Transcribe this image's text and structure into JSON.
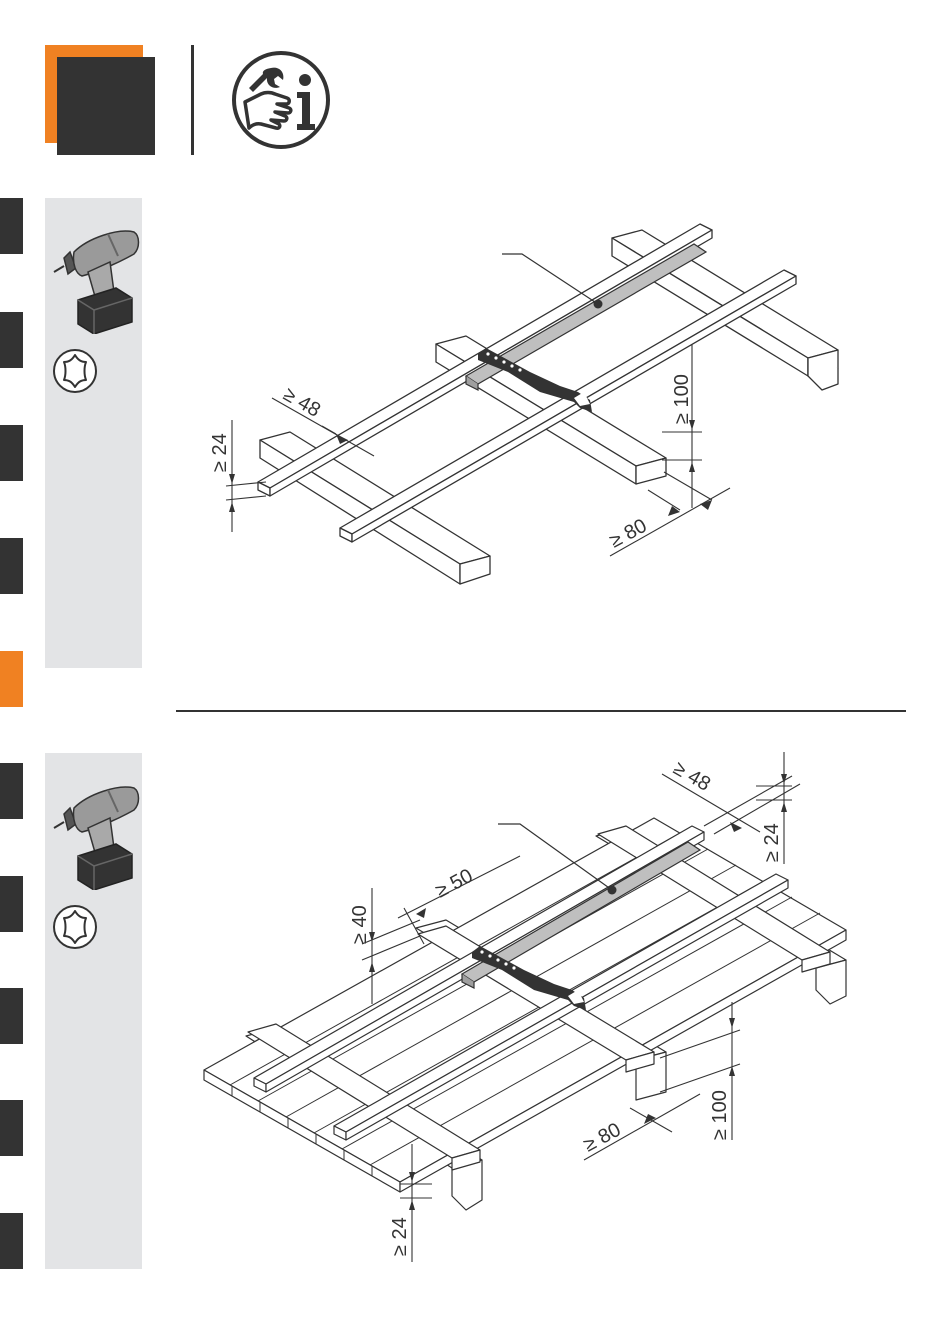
{
  "colors": {
    "accent": "#f08122",
    "dark": "#333333",
    "panel": "#e3e4e6",
    "beam": "#ffffff",
    "stripe_fill": "#bfbfbf"
  },
  "header": {
    "icon": "wrench-info-icon"
  },
  "side_tabs": [
    {
      "active": false
    },
    {
      "active": false
    },
    {
      "active": false
    },
    {
      "active": false
    },
    {
      "active": true
    },
    {
      "active": false
    },
    {
      "active": false
    },
    {
      "active": false
    },
    {
      "active": false
    },
    {
      "active": false
    }
  ],
  "tools": {
    "drill_icon": "cordless-drill-icon",
    "bit_icon": "torx-bit-icon"
  },
  "figure1": {
    "dim_48": "≥ 48",
    "dim_24": "≥ 24",
    "dim_100": "≥ 100",
    "dim_80": "≥ 80"
  },
  "figure2": {
    "dim_48": "≥ 48",
    "dim_24_top": "≥ 24",
    "dim_50": "≥ 50",
    "dim_40": "≥ 40",
    "dim_100": "≥ 100",
    "dim_80": "≥ 80",
    "dim_24_bottom": "≥ 24"
  }
}
